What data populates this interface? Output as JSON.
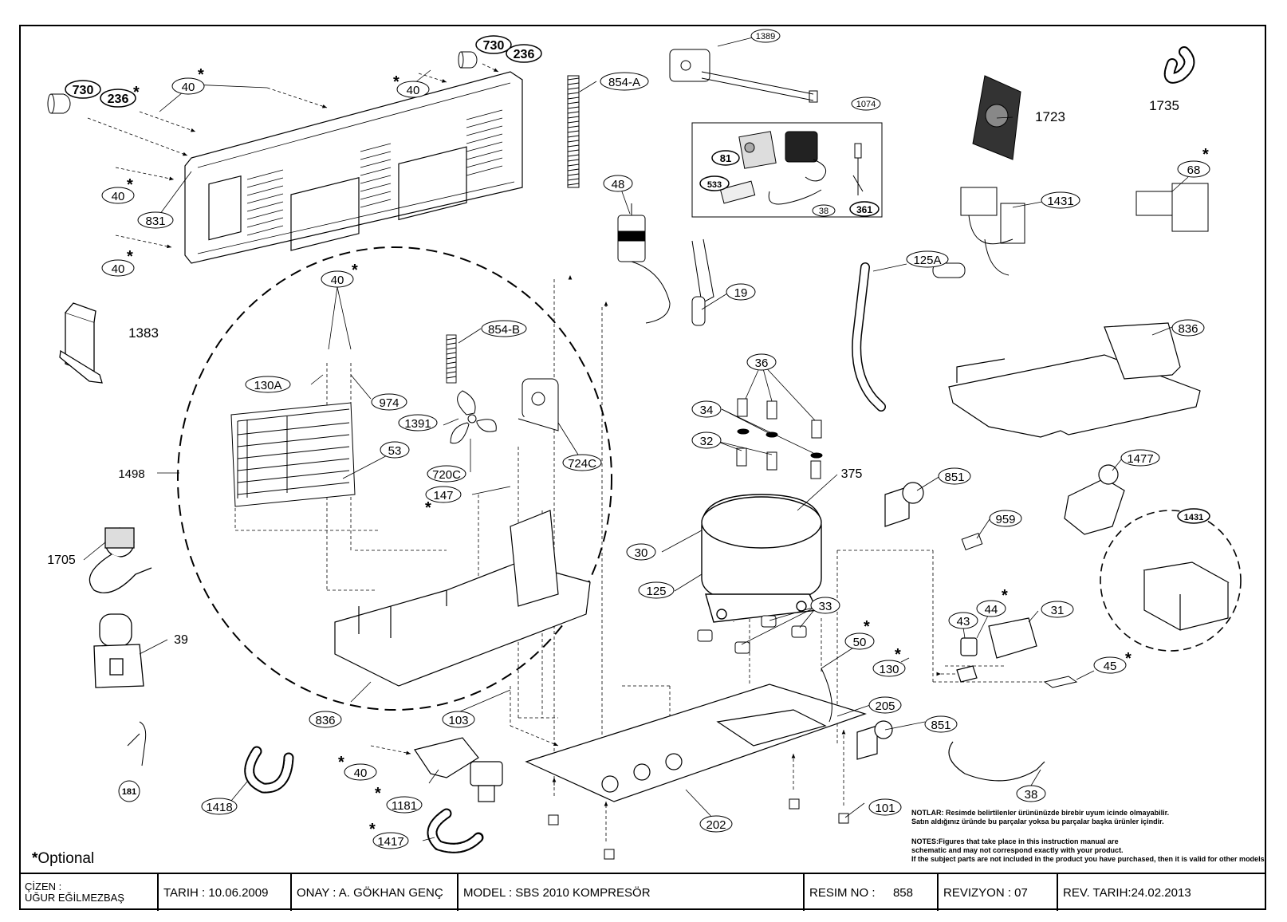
{
  "optional_note": {
    "star": "*",
    "text": "Optional"
  },
  "notes": {
    "tr_title": "NOTLAR:",
    "tr_line1": "Resimde belirtilenler ürününüzde birebir  uyum icinde olmayabilir.",
    "tr_line2": "Satın aldığınız üründe bu parçalar yoksa bu parçalar başka ürünler içindir.",
    "en_title": "NOTES:",
    "en_line1": "Figures that take place in this instruction manual are",
    "en_line2": "schematic  and may not correspond exactly with your product.",
    "en_line3": "If the subject parts are not included in the product you have purchased, then it is valid for other models."
  },
  "title_block": {
    "cizen_label": "ÇİZEN :",
    "cizen_name": "UĞUR EĞİLMEZBAŞ",
    "tarih": "TARIH :   10.06.2009",
    "onay": "ONAY : A. GÖKHAN GENÇ",
    "model": "MODEL : SBS 2010 KOMPRESÖR",
    "resim_label": "RESIM NO :",
    "resim_no": "858",
    "revizyon": "REVIZYON : 07",
    "rev_tarih": "REV. TARIH:24.02.2013"
  },
  "part_labels": {
    "p730a": "730",
    "p236a": "236",
    "p730b": "730",
    "p236b": "236",
    "p40a": "40",
    "p40b": "40",
    "p40c": "40",
    "p40d": "40",
    "p40e": "40",
    "p40f": "40",
    "p831": "831",
    "p854a": "854-A",
    "p1389": "1389",
    "p1074": "1074",
    "p81": "81",
    "p533": "533",
    "p38s": "38",
    "p361": "361",
    "p1723": "1723",
    "p1735": "1735",
    "p68": "68",
    "p1431a": "1431",
    "p48": "48",
    "p19": "19",
    "p125a": "125A",
    "p1383": "1383",
    "p854b": "854-B",
    "p130a": "130A",
    "p974": "974",
    "p1391": "1391",
    "p53": "53",
    "p720c": "720C",
    "p724c": "724C",
    "p147": "147",
    "p1498": "1498",
    "p36": "36",
    "p34": "34",
    "p32": "32",
    "p375": "375",
    "p836a": "836",
    "p851a": "851",
    "p1477": "1477",
    "p959": "959",
    "p1431b": "1431",
    "p30": "30",
    "p125": "125",
    "p33": "33",
    "p1705": "1705",
    "p39": "39",
    "p43": "43",
    "p44": "44",
    "p31": "31",
    "p50": "50",
    "p130": "130",
    "p45": "45",
    "p836b": "836",
    "p103": "103",
    "p205": "205",
    "p851b": "851",
    "p181": "181",
    "p1418": "1418",
    "p1181": "1181",
    "p202": "202",
    "p38": "38",
    "p101": "101",
    "p1417": "1417"
  }
}
